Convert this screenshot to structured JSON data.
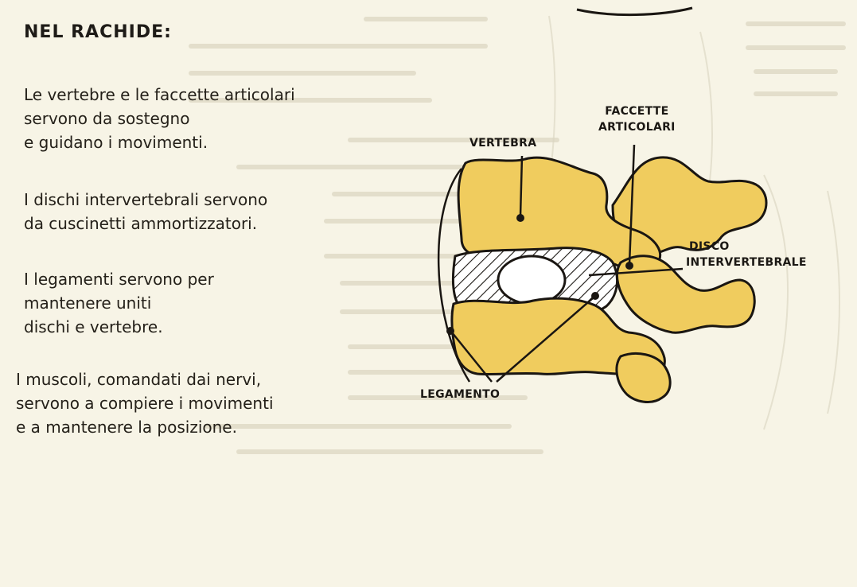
{
  "title": "NEL RACHIDE:",
  "paragraphs": [
    {
      "lines": [
        "Le vertebre e le faccette articolari",
        "servono da sostegno",
        "e guidano i movimenti."
      ]
    },
    {
      "lines": [
        "I dischi intervertebrali servono",
        "da cuscinetti ammortizzatori."
      ]
    },
    {
      "lines": [
        "I legamenti servono per",
        "mantenere uniti",
        "dischi e vertebre."
      ]
    },
    {
      "lines": [
        "I muscoli, comandati dai nervi,",
        "servono a compiere i movimenti",
        "e a mantenere la posizione."
      ]
    }
  ],
  "diagram_labels": {
    "vertebra": "VERTEBRA",
    "faccette": [
      "FACCETTE",
      "ARTICOLARI"
    ],
    "disco": [
      "DISCO",
      "INTERVERTEBRALE"
    ],
    "legamento": "LEGAMENTO"
  },
  "colors": {
    "bone": "#f0cc5e",
    "outline": "#1a1612",
    "paper": "#f7f4e6",
    "ghost_text": "#c9c3ad"
  }
}
